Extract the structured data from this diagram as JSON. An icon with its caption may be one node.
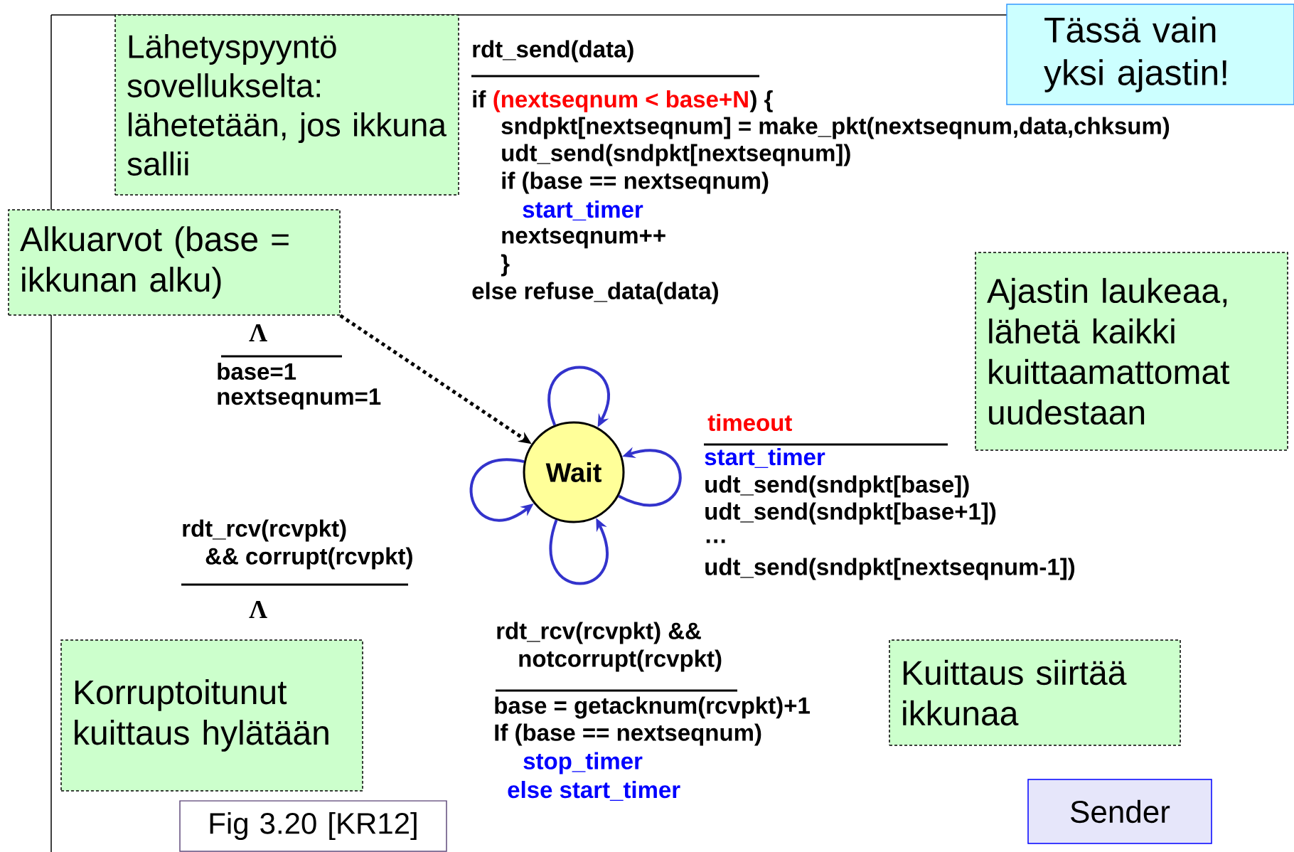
{
  "diagram": {
    "nodes": [
      {
        "text": [
          "Lähetyspyyntö sovellukselta: lähetetään, jos ikkuna sallii"
        ]
      },
      {
        "text": [
          "Tässä vain yksi ajastin!"
        ]
      },
      {
        "text": [
          "Alkuarvot (base = ikkunan alku)"
        ]
      },
      {
        "text": [
          "Ajastin laukeaa, lähetä kaikki kuittaamattomat uudestaan"
        ]
      },
      {
        "text": [
          "Wait"
        ]
      },
      {
        "text": [
          "Korruptoitunut kuittaus hylätään"
        ]
      },
      {
        "text": [
          "Kuittaus siirtää ikkunaa"
        ]
      },
      {
        "text": [
          "Fig 3.20 [KR12]"
        ]
      },
      {
        "text": [
          "Sender"
        ]
      }
    ],
    "edges": [
      {
        "from": 2,
        "to": 4,
        "arrow": "to",
        "style": "dashed",
        "color": "#000000"
      },
      {
        "from": 4,
        "to": 4,
        "arrow": "to"
      },
      {
        "from": 4,
        "to": 4,
        "arrow": "to"
      },
      {
        "from": 4,
        "to": 4,
        "arrow": "to"
      },
      {
        "from": 4,
        "to": 4,
        "arrow": "to"
      }
    ],
    "labels": [
      "rdt_send(data)",
      "if",
      "(nextseqnum < base+N",
      ") {",
      "sndpkt[nextseqnum] = make_pkt(nextseqnum,data,chksum)",
      "udt_send(sndpkt[nextseqnum])",
      "if (base == nextseqnum)",
      "start_timer",
      "nextseqnum++",
      "}",
      "else refuse_data(data)",
      "Λ",
      "base=1",
      "nextseqnum=1",
      "timeout",
      "start_timer",
      "udt_send(sndpkt[base])",
      "udt_send(sndpkt[base+1])",
      "…",
      "udt_send(sndpkt[nextseqnum-1])",
      "rdt_rcv(rcvpkt)",
      "&& corrupt(rcvpkt)",
      "Λ",
      "rdt_rcv(rcvpkt) &&",
      "notcorrupt(rcvpkt)",
      "base = getacknum(rcvpkt)+1",
      "If (base == nextseqnum)",
      "stop_timer",
      "else start_timer"
    ]
  }
}
